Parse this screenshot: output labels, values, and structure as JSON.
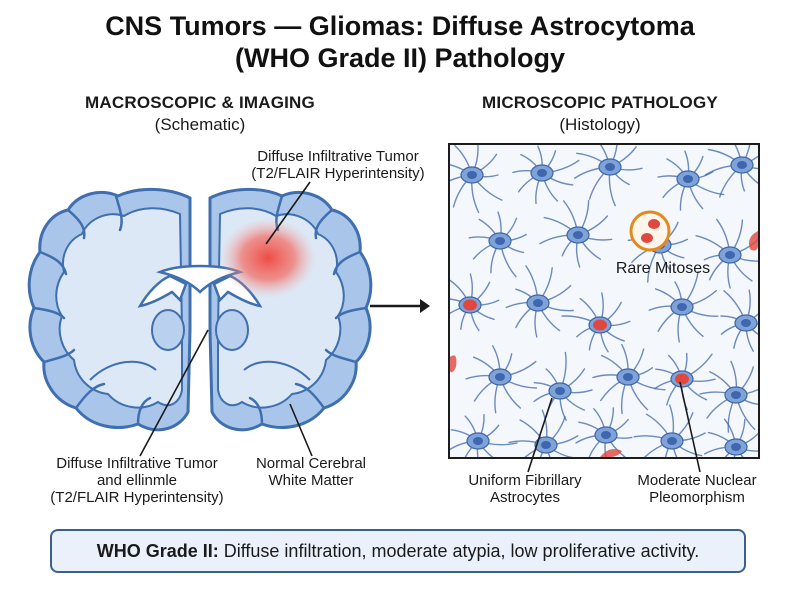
{
  "title": {
    "line1": "CNS Tumors — Gliomas: Diffuse Astrocytoma",
    "line2": "(WHO Grade II) Pathology"
  },
  "left_panel": {
    "heading": "MACROSCOPIC & IMAGING",
    "subheading": "(Schematic)",
    "label_tumor_top": {
      "line1": "Diffuse Infiltrative Tumor",
      "line2": "(T2/FLAIR Hyperintensity)"
    },
    "label_tumor_bottom": {
      "line1": "Diffuse Infiltrative Tumor",
      "line2": "and ellinmle",
      "line3": "(T2/FLAIR Hyperintensity)"
    },
    "label_white_matter": {
      "line1": "Normal Cerebral",
      "line2": "White Matter"
    }
  },
  "right_panel": {
    "heading": "MICROSCOPIC PATHOLOGY",
    "subheading": "(Histology)",
    "label_mitoses": "Rare Mitoses",
    "label_astrocytes": {
      "line1": "Uniform Fibrillary",
      "line2": "Astrocytes"
    },
    "label_pleomorphism": {
      "line1": "Moderate Nuclear",
      "line2": "Pleomorphism"
    }
  },
  "footer": {
    "bold": "WHO Grade II:",
    "text": " Diffuse infiltration, moderate atypia, low proliferative activity."
  },
  "colors": {
    "cortex": "#a9c6ea",
    "cortex_stroke": "#3f6fae",
    "white_matter": "#dce8f6",
    "tumor": "#f0443c",
    "astrocyte": "#7fa2d8",
    "astrocyte_stroke": "#3d66a8",
    "nucleus": "#3f67b0",
    "pleomorphic_nucleus": "#e0473f",
    "mitosis_ring": "#e38a1f",
    "footer_border": "#3b5f8f"
  }
}
